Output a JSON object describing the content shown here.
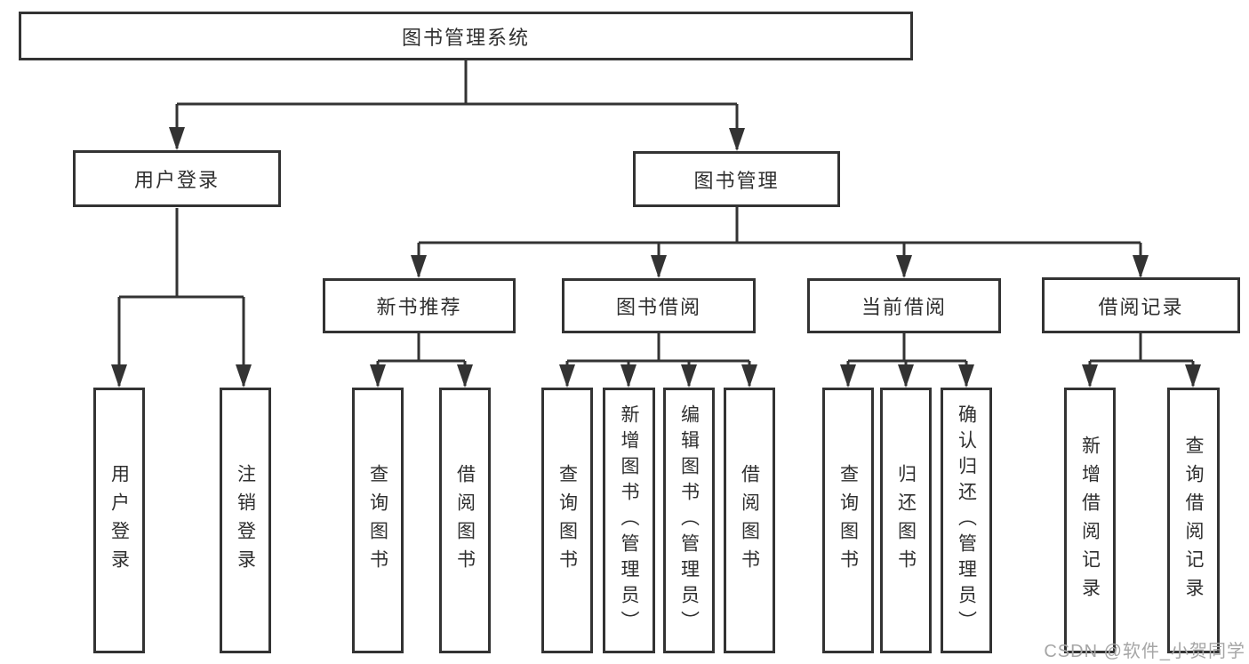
{
  "diagram": {
    "root": {
      "label": "图书管理系统"
    },
    "children": [
      {
        "label": "用户登录",
        "children": [
          {
            "label": "用户登录"
          },
          {
            "label": "注销登录"
          }
        ]
      },
      {
        "label": "图书管理",
        "children": [
          {
            "label": "新书推荐",
            "children": [
              {
                "label": "查询图书"
              },
              {
                "label": "借阅图书"
              }
            ]
          },
          {
            "label": "图书借阅",
            "children": [
              {
                "label": "查询图书"
              },
              {
                "label": "新增图书（管理员）"
              },
              {
                "label": "编辑图书（管理员）"
              },
              {
                "label": "借阅图书"
              }
            ]
          },
          {
            "label": "当前借阅",
            "children": [
              {
                "label": "查询图书"
              },
              {
                "label": "归还图书"
              },
              {
                "label": "确认归还（管理员）"
              }
            ]
          },
          {
            "label": "借阅记录",
            "children": [
              {
                "label": "新增借阅记录"
              },
              {
                "label": "查询借阅记录"
              }
            ]
          }
        ]
      }
    ]
  },
  "watermark": {
    "text": "CSDN @软件_小贺同学"
  },
  "colors": {
    "line": "#333333",
    "text": "#2f2f2f",
    "watermark": "#a6a6a6",
    "background": "#ffffff"
  }
}
